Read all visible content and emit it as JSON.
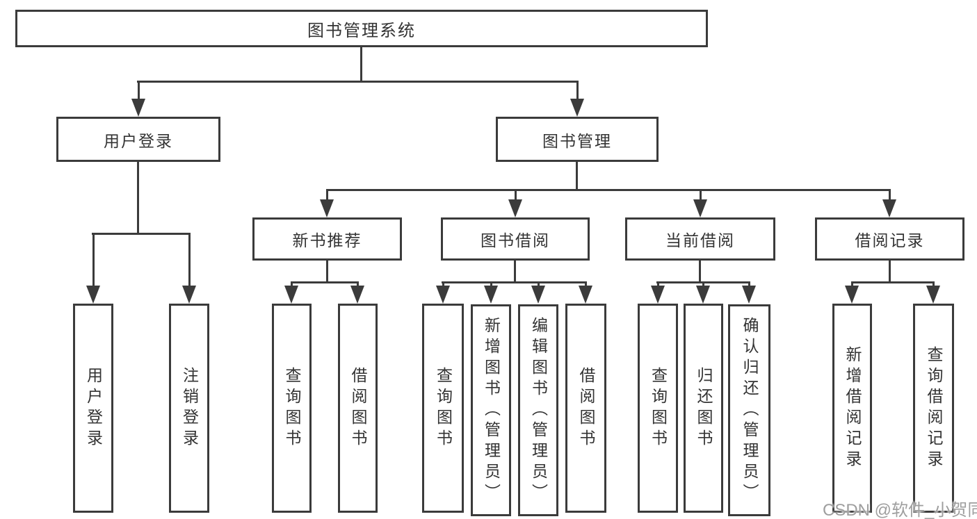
{
  "tree": {
    "root": {
      "label": "图书管理系统",
      "children": [
        {
          "label": "用户登录",
          "children": [
            {
              "label": "用户登录"
            },
            {
              "label": "注销登录"
            }
          ]
        },
        {
          "label": "图书管理",
          "children": [
            {
              "label": "新书推荐",
              "children": [
                {
                  "label": "查询图书"
                },
                {
                  "label": "借阅图书"
                }
              ]
            },
            {
              "label": "图书借阅",
              "children": [
                {
                  "label": "查询图书"
                },
                {
                  "label": "新增图书（管理员）"
                },
                {
                  "label": "编辑图书（管理员）"
                },
                {
                  "label": "借阅图书"
                }
              ]
            },
            {
              "label": "当前借阅",
              "children": [
                {
                  "label": "查询图书"
                },
                {
                  "label": "归还图书"
                },
                {
                  "label": "确认归还（管理员）"
                }
              ]
            },
            {
              "label": "借阅记录",
              "children": [
                {
                  "label": "新增借阅记录"
                },
                {
                  "label": "查询借阅记录"
                }
              ]
            }
          ]
        }
      ]
    }
  },
  "watermark": "CSDN @软件_小贺同学",
  "colors": {
    "line": "#3b3b3b",
    "text": "#333333",
    "background": "#ffffff",
    "watermark": "#9e9e9e"
  }
}
